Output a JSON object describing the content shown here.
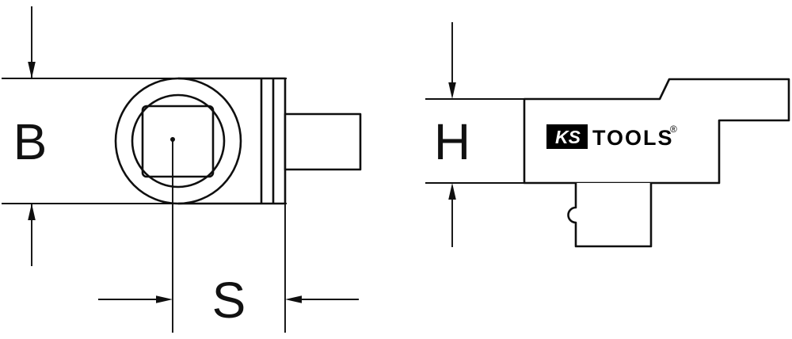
{
  "drawing": {
    "background": "#ffffff",
    "line_color": "#0f0f0f",
    "label_color": "#111111",
    "front_view": {
      "height_label": "B",
      "square_label": "S"
    },
    "side_view": {
      "height_label": "H"
    },
    "logo": {
      "ks": "KS",
      "tools": "TOOLS",
      "registered": "®",
      "box_color": "#000000",
      "ks_text_color": "#ffffff",
      "tools_text_color": "#000000"
    }
  }
}
